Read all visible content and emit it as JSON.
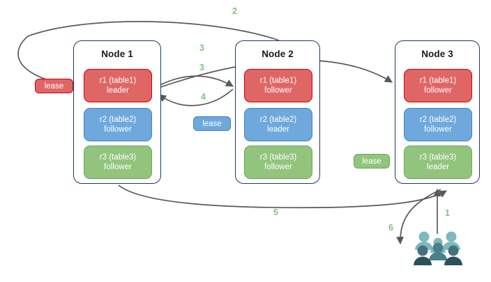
{
  "diagram": {
    "title": "",
    "colors": {
      "red_fill": "#e06666",
      "red_stroke": "#cc0000",
      "blue_fill": "#6fa8dc",
      "blue_stroke": "#3d85c6",
      "green_fill": "#93c47d",
      "green_stroke": "#6aa84f",
      "node_border": "#1f3864",
      "edge": "#595959",
      "step_label": "#7dc47d",
      "users_light": "#7fb8bd",
      "users_mid": "#4a7f8c",
      "users_dark": "#2c4f5e"
    },
    "nodes": [
      {
        "title": "Node 1",
        "replicas": [
          {
            "id": "r1",
            "table": "r1 (table1)",
            "role": "leader",
            "color": "red"
          },
          {
            "id": "r2",
            "table": "r2 (table2)",
            "role": "follower",
            "color": "blue"
          },
          {
            "id": "r3",
            "table": "r3 (table3)",
            "role": "follower",
            "color": "green"
          }
        ]
      },
      {
        "title": "Node 2",
        "replicas": [
          {
            "id": "r1",
            "table": "r1 (table1)",
            "role": "follower",
            "color": "red"
          },
          {
            "id": "r2",
            "table": "r2 (table2)",
            "role": "leader",
            "color": "blue"
          },
          {
            "id": "r3",
            "table": "r3 (table3)",
            "role": "follower",
            "color": "green"
          }
        ]
      },
      {
        "title": "Node 3",
        "replicas": [
          {
            "id": "r1",
            "table": "r1 (table1)",
            "role": "follower",
            "color": "red"
          },
          {
            "id": "r2",
            "table": "r2 (table2)",
            "role": "follower",
            "color": "blue"
          },
          {
            "id": "r3",
            "table": "r3 (table3)",
            "role": "leader",
            "color": "green"
          }
        ]
      }
    ],
    "leases": [
      {
        "label": "lease",
        "color": "red"
      },
      {
        "label": "lease",
        "color": "blue"
      },
      {
        "label": "lease",
        "color": "green"
      }
    ],
    "steps": [
      {
        "label": "1"
      },
      {
        "label": "2"
      },
      {
        "label": "3"
      },
      {
        "label": "3"
      },
      {
        "label": "4"
      },
      {
        "label": "5"
      },
      {
        "label": "6"
      }
    ],
    "users_icon": "users-group-icon"
  }
}
